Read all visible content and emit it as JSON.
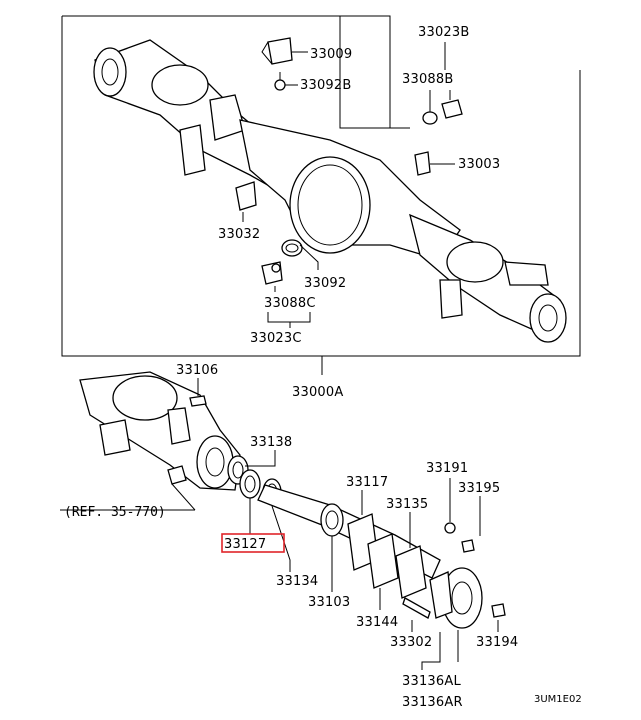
{
  "diagram": {
    "labels": {
      "p33009": "33009",
      "p33092B": "33092B",
      "p33023B": "33023B",
      "p33088B": "33088B",
      "p33003": "33003",
      "p33032": "33032",
      "p33092": "33092",
      "p33088C": "33088C",
      "p33023C": "33023C",
      "p33000A": "33000A",
      "p33106": "33106",
      "p33138": "33138",
      "p33117": "33117",
      "p33191": "33191",
      "p33195": "33195",
      "p33135": "33135",
      "ref": "(REF. 35-770)",
      "p33127": "33127",
      "p33134": "33134",
      "p33103": "33103",
      "p33144": "33144",
      "p33302": "33302",
      "p33194": "33194",
      "p33136AL": "33136AL",
      "p33136AR": "33136AR",
      "code": "3UM1E02"
    },
    "highlight_color": "#e0242a",
    "line_color": "#000000"
  }
}
